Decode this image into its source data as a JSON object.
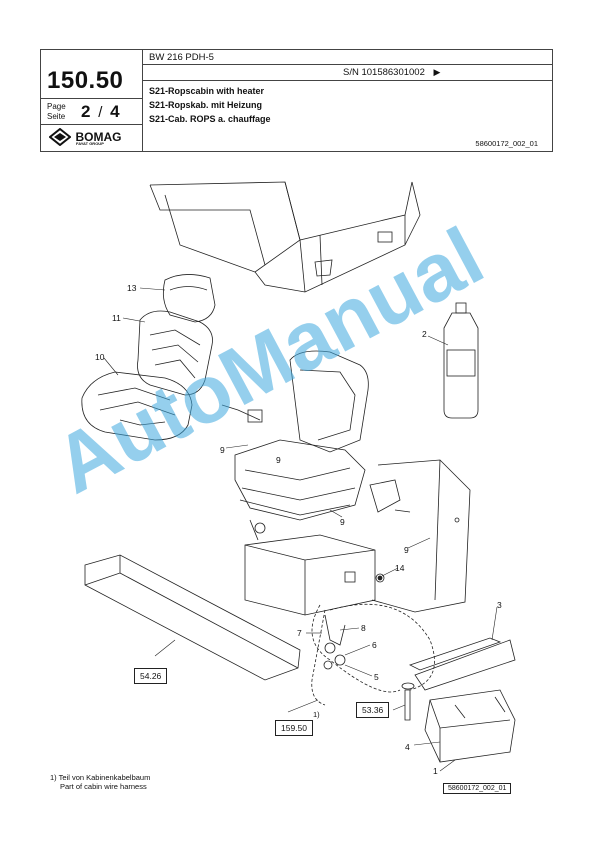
{
  "header": {
    "page_code": "150.50",
    "model": "BW 216 PDH-5",
    "serial": "S/N 101586301002",
    "serial_arrow": "▶",
    "page_label_de": "Page",
    "page_label_en": "Seite",
    "page_current": "2",
    "page_sep": "/",
    "page_total": "4",
    "brand": "BOMAG",
    "brand_sub": "FAYAT GROUP",
    "titles": [
      "S21-Ropscabin with heater",
      "S21-Ropskab. mit Heizung",
      "S21-Cab. ROPS a. chauffage"
    ],
    "doc_number": "58600172_002_01"
  },
  "diagram": {
    "callouts": [
      "13",
      "11",
      "10",
      "9",
      "9",
      "9",
      "9",
      "2",
      "14",
      "7",
      "8",
      "6",
      "5",
      "3",
      "4",
      "1",
      "1)"
    ],
    "ref_boxes": [
      "54.26",
      "53.36",
      "159.50"
    ],
    "drawing_number": "58600172_002_01"
  },
  "footnote": {
    "line1": "1)  Teil von Kabinenkabelbaum",
    "line2": "Part of cabin wire harness"
  },
  "watermark": "AutoManual",
  "colors": {
    "watermark": "#3fa9df",
    "line": "#222222"
  }
}
